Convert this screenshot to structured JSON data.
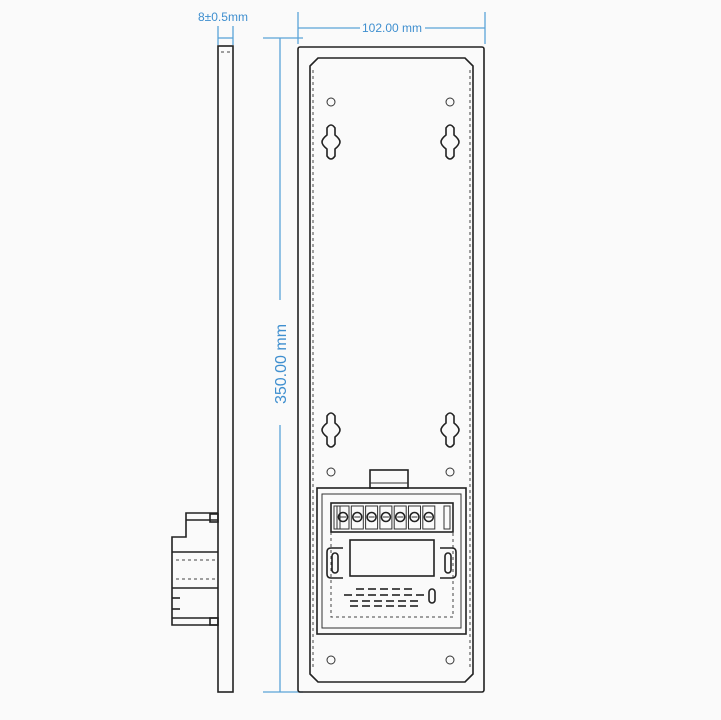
{
  "dimensions": {
    "thickness": "8±0.5mm",
    "width": "102.00 mm",
    "height": "350.00 mm"
  },
  "colors": {
    "dimension": "#3f8fcf",
    "outline": "#222222",
    "background": "#fafafa"
  },
  "views": [
    "side-view",
    "rear-view"
  ],
  "terminal_count": 7
}
